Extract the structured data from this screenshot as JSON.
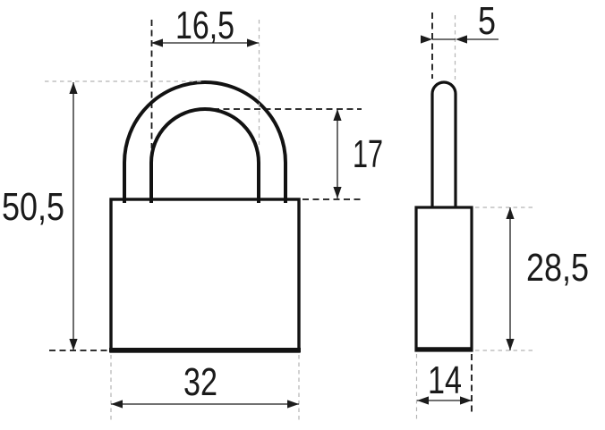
{
  "drawing": {
    "subject": "padlock-dimensioned-drawing",
    "background_color": "#ffffff",
    "line_color": "#121212",
    "dash_gray_color": "#b4b4b4",
    "front_view": {
      "dim_shackle_inner_width": "16,5",
      "dim_shackle_inner_height": "17",
      "dim_total_height": "50,5",
      "dim_body_width": "32"
    },
    "side_view": {
      "dim_shackle_diameter": "5",
      "dim_body_height": "28,5",
      "dim_body_depth": "14"
    }
  }
}
